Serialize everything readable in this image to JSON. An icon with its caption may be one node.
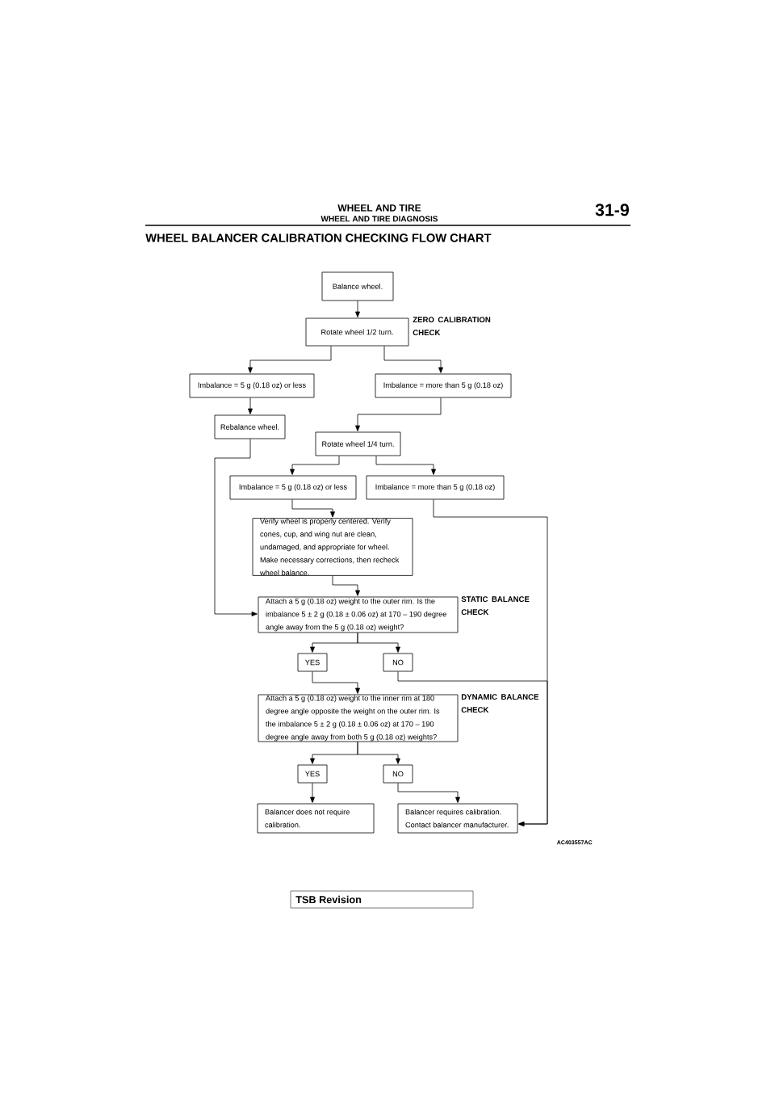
{
  "diagram": {
    "title": "WHEEL BALANCER CALIBRATION CHECKING FLOW CHART",
    "nodes": [
      {
        "text": [
          "Balance wheel."
        ]
      },
      {
        "text": [
          "Rotate wheel 1/2 turn."
        ],
        "beside": [
          "ZERO CALIBRATION CHECK"
        ]
      },
      {
        "text": [
          "Imbalance = 5 g (0.18 oz) or less"
        ]
      },
      {
        "text": [
          "Imbalance = more than 5 g (0.18 oz)"
        ]
      },
      {
        "text": [
          "Rebalance wheel."
        ]
      },
      {
        "text": [
          "Rotate wheel 1/4 turn."
        ]
      },
      {
        "text": [
          "Imbalance = 5 g (0.18 oz) or less"
        ]
      },
      {
        "text": [
          "Imbalance = more than 5 g (0.18 oz)"
        ]
      },
      {
        "text": [
          "Verify wheel is properly centered. Verify cones, cup, and wing nut are clean, undamaged, and appropriate for wheel. Make necessary corrections, then recheck wheel balance."
        ]
      },
      {
        "text": [
          "Attach a 5 g (0.18 oz) weight to the outer rim. Is the imbalance 5 ± 2 g (0.18 ± 0.06 oz) at 170 – 190 degree angle away from the 5 g (0.18 oz) weight?"
        ],
        "beside": [
          "STATIC BALANCE CHECK"
        ]
      },
      {
        "text": [
          "YES"
        ]
      },
      {
        "text": [
          "NO"
        ]
      },
      {
        "text": [
          "Attach a 5 g (0.18 oz) weight to the inner rim at 180 degree angle opposite the weight on the outer rim. Is the imbalance 5 ± 2 g (0.18 ± 0.06 oz) at 170 – 190 degree angle away from both 5 g (0.18 oz) weights?"
        ],
        "beside": [
          "DYNAMIC BALANCE CHECK"
        ]
      },
      {
        "text": [
          "YES"
        ]
      },
      {
        "text": [
          "NO"
        ]
      },
      {
        "text": [
          "Balancer does not require calibration."
        ]
      },
      {
        "text": [
          "Balancer requires calibration. Contact balancer manufacturer."
        ]
      }
    ],
    "edges": [
      {
        "from": 0,
        "to": 1,
        "arrow": "to"
      },
      {
        "from": 1,
        "to": 2,
        "arrow": "to"
      },
      {
        "from": 1,
        "to": 3,
        "arrow": "to"
      },
      {
        "from": 2,
        "to": 4,
        "arrow": "to"
      },
      {
        "from": 3,
        "to": 5,
        "arrow": "to"
      },
      {
        "from": 4,
        "to": 9,
        "arrow": "to"
      },
      {
        "from": 5,
        "to": 6,
        "arrow": "to"
      },
      {
        "from": 5,
        "to": 7,
        "arrow": "to"
      },
      {
        "from": 6,
        "to": 8,
        "arrow": "to"
      },
      {
        "from": 7,
        "to": 16,
        "arrow": "to"
      },
      {
        "from": 8,
        "to": 9,
        "arrow": "to"
      },
      {
        "from": 9,
        "to": 10,
        "arrow": "to"
      },
      {
        "from": 9,
        "to": 11,
        "arrow": "to"
      },
      {
        "from": 10,
        "to": 12,
        "arrow": "to"
      },
      {
        "from": 11,
        "to": 16,
        "arrow": "to"
      },
      {
        "from": 12,
        "to": 13,
        "arrow": "to"
      },
      {
        "from": 12,
        "to": 14,
        "arrow": "to"
      },
      {
        "from": 13,
        "to": 15,
        "arrow": "to"
      },
      {
        "from": 14,
        "to": 16,
        "arrow": "to"
      }
    ],
    "labels": [
      "WHEEL AND TIRE",
      "WHEEL AND TIRE DIAGNOSIS",
      "31-9",
      "AC403557AC",
      "TSB Revision"
    ]
  }
}
